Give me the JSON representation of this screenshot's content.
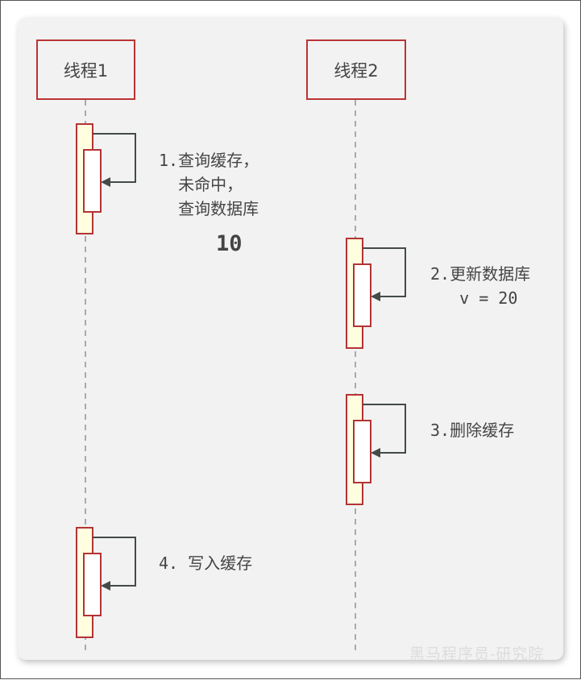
{
  "participants": [
    {
      "label": "线程1"
    },
    {
      "label": "线程2"
    }
  ],
  "messages": [
    {
      "lines": [
        "1.查询缓存，",
        "  未命中，",
        "  查询数据库"
      ],
      "participant": 1
    },
    {
      "lines": [
        "2.更新数据库",
        "   v = 20"
      ],
      "participant": 2
    },
    {
      "lines": [
        "3.删除缓存"
      ],
      "participant": 2
    },
    {
      "lines": [
        "4. 写入缓存"
      ],
      "participant": 1
    }
  ],
  "value_note": "10",
  "watermark": "黑马程序员-研究院",
  "colors": {
    "border": "#b33333",
    "activation_fill": "#ffffe0",
    "arrow": "#444a4a",
    "background": "#f2f2f2"
  }
}
